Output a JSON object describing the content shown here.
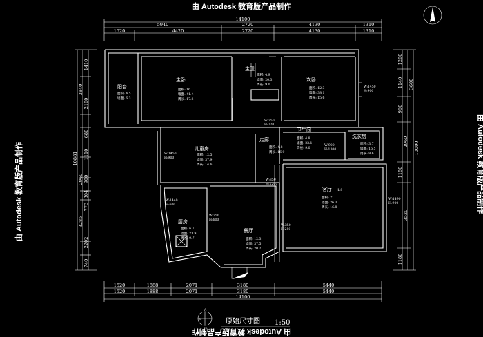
{
  "watermark": "由 Autodesk 教育版产品制作",
  "title": "原始尺寸图",
  "scale": "1:50",
  "dims": {
    "total": "14100",
    "top_row1": [
      "5940",
      "2720",
      "4130",
      "1310"
    ],
    "top_row2": [
      "1520",
      "4420",
      "2720",
      "4130",
      "1310"
    ],
    "bottom_row1": [
      "1520",
      "1888",
      "2071",
      "3180",
      "5440"
    ],
    "bottom_row2": [
      "1520",
      "1888",
      "2071",
      "3180",
      "5440"
    ],
    "left_total": "10881",
    "left_parts": [
      "1410",
      "3840",
      "2100",
      "680",
      "2960",
      "1110",
      "900",
      "304",
      "773",
      "3285",
      "2202",
      "740"
    ],
    "right_total": "10000",
    "right_parts": [
      "1200",
      "1140",
      "3600",
      "960",
      "2960",
      "1180",
      "3520",
      "1180"
    ]
  },
  "rooms": {
    "balcony": {
      "name": "阳台",
      "area": "面积: 4.5",
      "wall": "墙面: 6.3"
    },
    "master_bed": {
      "name": "主卧",
      "area": "面积: 16",
      "wall": "墙面: 41.4",
      "perim": "周长: 17.8"
    },
    "master_bath": {
      "name": "主卫",
      "area": "面积: 4.9",
      "wall": "墙面: 20.3",
      "perim": "周长: 9.0"
    },
    "second_bed": {
      "name": "次卧",
      "area": "面积: 12.3",
      "wall": "墙面: 38.1",
      "perim": "周长: 15.6"
    },
    "bathroom": {
      "name": "卫生间",
      "area": "面积: 4.8",
      "wall": "墙面: 23.1",
      "perim": "周长: 9.0"
    },
    "laundry": {
      "name": "洗衣房",
      "area": "面积: 3.7",
      "wall": "墙面: 16.5",
      "perim": "周长: 8.6"
    },
    "corridor": {
      "name": "走廊",
      "area": "面积: 4.8",
      "perim": "周长: 16.9"
    },
    "kids_room": {
      "name": "儿童房",
      "area": "面积: 12.5",
      "wall": "墙面: 37.9",
      "perim": "周长: 14.6"
    },
    "living": {
      "name": "客厅",
      "area": "面积: 21",
      "wall": "墙面: 26.3",
      "perim": "周长: 16.8"
    },
    "kitchen": {
      "name": "厨房",
      "area": "面积: 6.1",
      "wall": "墙面: 21.9",
      "perim": "周长: 9.7"
    },
    "dining": {
      "name": "餐厅",
      "area": "面积: 12.3",
      "wall": "墙面: 37.5",
      "perim": "周长: 20.2"
    }
  },
  "openings": {
    "w_second": [
      "W:1450",
      "H:900"
    ],
    "w_kids": [
      "W:1450",
      "H:900"
    ],
    "w_kitchen": [
      "W:1440",
      "H:600"
    ],
    "d_corr": [
      "W:350",
      "H:720"
    ],
    "d_kids": [
      "W:350",
      "H:2200"
    ],
    "d_dining": [
      "W:350",
      "H:280"
    ],
    "d_kitchen": [
      "W:350",
      "H:600"
    ],
    "w_living": [
      "W:1490",
      "H:900"
    ],
    "w_bath": [
      "W:900",
      "H:1300"
    ]
  },
  "misc": {
    "living_mark": "1.8",
    "compass_letters": [
      "A",
      "B",
      "C",
      "D"
    ]
  }
}
